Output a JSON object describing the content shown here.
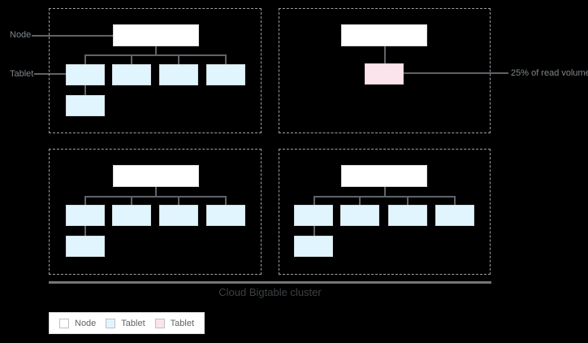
{
  "labels": {
    "node_pointer": "Node",
    "tablet_pointer": "Tablet",
    "read_volume_annotation": "25% of read volume",
    "cluster_caption": "Cloud Bigtable cluster"
  },
  "legend": {
    "items": [
      {
        "label": "Node",
        "color": "#ffffff"
      },
      {
        "label": "Tablet",
        "color": "#e1f5fe"
      },
      {
        "label": "Tablet",
        "color": "#fce4ec"
      }
    ]
  },
  "colors": {
    "background": "#000000",
    "node_fill": "#ffffff",
    "tablet_fill": "#e1f5fe",
    "hot_tablet_fill": "#fce4ec",
    "connector_line": "#5f6368",
    "dashed_border": "#9aa0a6",
    "cluster_line": "#757575",
    "pointer_text": "#80868b",
    "caption_text": "#3c4043"
  },
  "diagram": {
    "groups": [
      {
        "id": "node-group-1",
        "position": "top-left",
        "blue_tablets": 5,
        "pink_tablets": 0
      },
      {
        "id": "node-group-2",
        "position": "top-right",
        "blue_tablets": 0,
        "pink_tablets": 1,
        "annotation": "25% of read volume"
      },
      {
        "id": "node-group-3",
        "position": "bottom-left",
        "blue_tablets": 5,
        "pink_tablets": 0
      },
      {
        "id": "node-group-4",
        "position": "bottom-right",
        "blue_tablets": 5,
        "pink_tablets": 0
      }
    ]
  }
}
